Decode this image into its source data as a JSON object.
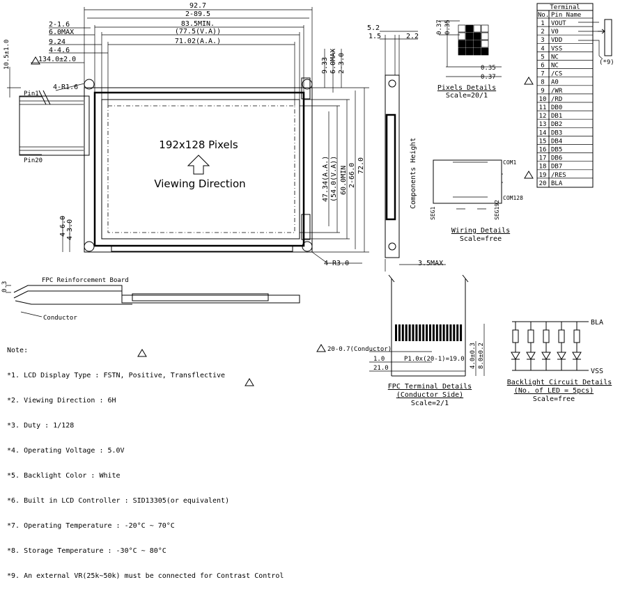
{
  "front_view": {
    "dimensions": {
      "overall_width": "92.7",
      "width_2": "2-89.5",
      "bezel_min": "83.5MIN.",
      "va_width": "(77.5(V.A))",
      "aa_width": "71.02(A.A.)",
      "d_2_1_6": "2-1.6",
      "d_6_0max_l": "6.0MAX",
      "d_9_24": "9.24",
      "d_4_4_6": "4-4.6",
      "d_10_5": "10.5±1.0",
      "d_134": "134.0±2.0",
      "d_4_r1_6": "4-R1.6",
      "d_9_33": "9.33",
      "d_6_0max_r": "6.0MAX",
      "d_2_3_0": "2-3.0",
      "d_47_34": "47.34(A.A.)",
      "d_54_0": "(54.0(V.A))",
      "d_60_0": "60.0MIN",
      "d_2_66": "2-66.0",
      "d_72": "72.0",
      "d_4_6_0": "4-6.0",
      "d_4_3_0": "4-3.0",
      "d_4_r3_0": "4-R3.0",
      "pin1": "Pin1",
      "pin20": "Pin20"
    },
    "center_title": "192x128 Pixels",
    "center_subtitle": "Viewing Direction"
  },
  "side_view": {
    "d_5_2": "5.2",
    "d_1_5": "1.5",
    "d_2_2": "2.2",
    "components_height": "Components Height",
    "d_3_5max": "3.5MAX"
  },
  "pixels_details": {
    "d_0_37": "0.37",
    "d_0_35": "0.35",
    "d_0_35b": "0.35",
    "d_0_37b": "0.37",
    "title": "Pixels Details",
    "scale": "Scale=20/1"
  },
  "wiring_details": {
    "com1": "COM1",
    "com128": "COM128",
    "seg1": "SEG1",
    "seg192": "SEG192",
    "title": "Wiring Details",
    "scale": "Scale=free"
  },
  "terminal_table": {
    "header": "Terminal",
    "col_no": "No.",
    "col_name": "Pin Name",
    "rows": [
      [
        "1",
        "VOUT"
      ],
      [
        "2",
        "V0"
      ],
      [
        "3",
        "VDD"
      ],
      [
        "4",
        "VSS"
      ],
      [
        "5",
        "NC"
      ],
      [
        "6",
        "NC"
      ],
      [
        "7",
        "/CS"
      ],
      [
        "8",
        "A0"
      ],
      [
        "9",
        "/WR"
      ],
      [
        "10",
        "/RD"
      ],
      [
        "11",
        "DB0"
      ],
      [
        "12",
        "DB1"
      ],
      [
        "13",
        "DB2"
      ],
      [
        "14",
        "DB3"
      ],
      [
        "15",
        "DB4"
      ],
      [
        "16",
        "DB5"
      ],
      [
        "17",
        "DB6"
      ],
      [
        "18",
        "DB7"
      ],
      [
        "19",
        "/RES"
      ],
      [
        "20",
        "BLA"
      ]
    ],
    "vr_note": "(*9)"
  },
  "fpc_side": {
    "d_0_3": "0.3",
    "fpc_board": "FPC Reinforcement Board",
    "conductor": "Conductor"
  },
  "fpc_terminal": {
    "d_20_0_7": "20-0.7(Conductor)",
    "d_1_0": "1.0",
    "d_21_0": "21.0",
    "pitch": "P1.0x(20-1)=19.0",
    "d_4_0": "4.0±0.3",
    "d_8_0": "8.0±0.2",
    "title": "FPC Terminal Details",
    "subtitle": "(Conductor Side)",
    "scale": "Scale=2/1"
  },
  "backlight": {
    "bla": "BLA",
    "vss": "VSS",
    "title": "Backlight Circuit Details",
    "subtitle": "(No. of LED = 5pcs)",
    "scale": "Scale=free"
  },
  "notes": {
    "header": "Note:",
    "items": [
      "*1. LCD Display Type : FSTN, Positive, Transflective",
      "*2. Viewing Direction : 6H",
      "*3. Duty : 1/128",
      "*4. Operating Voltage : 5.0V",
      "*5. Backlight Color : White",
      "*6. Built in LCD Controller : SID13305(or equivalent)",
      "*7. Operating Temperature : -20°C ~ 70°C",
      "*8. Storage Temperature : -30°C ~ 80°C",
      "*9. An external VR(25k~50k) must be connected for Contrast Control"
    ]
  }
}
